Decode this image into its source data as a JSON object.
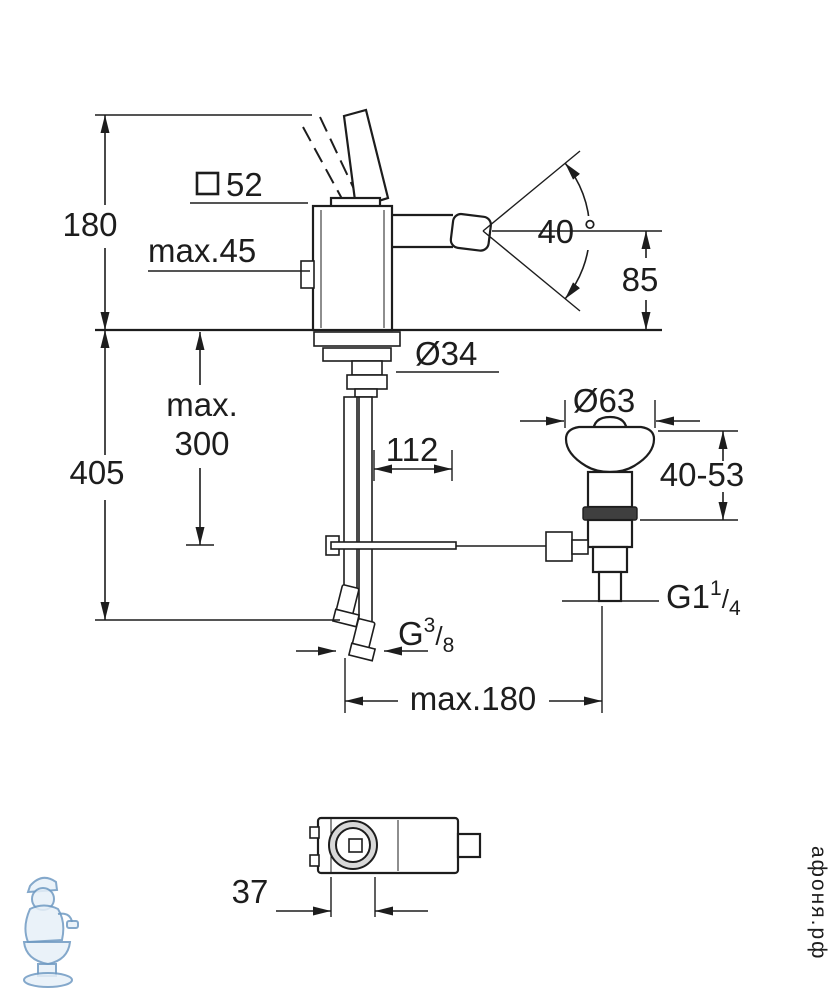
{
  "page": {
    "background": "#ffffff"
  },
  "drawing": {
    "type": "technical-dimension-drawing",
    "subject": "bidet-single-lever-mixer-with-pop-up-waste",
    "colors": {
      "line": "#1d1d1d",
      "oring": "#3f3f3f"
    },
    "labels": {
      "square52": "52",
      "h180": "180",
      "max45": "max.45",
      "angle40": "40 °",
      "h85": "85",
      "dia34": "Ø34",
      "max300_l1": "max.",
      "max300_l2": "300",
      "h405": "405",
      "w112": "112",
      "dia63": "Ø63",
      "range4053": "40-53",
      "g114": {
        "base": "G1",
        "sup": "1",
        "slash": "/",
        "sub": "4"
      },
      "g38": {
        "base": "G",
        "sup": "3",
        "slash": "/",
        "sub": "8"
      },
      "max180": "max.180",
      "w37": "37"
    }
  },
  "watermark": {
    "text": "афоня.рф",
    "color": "#8fb3d4",
    "mascot": "plumber-on-toilet"
  }
}
